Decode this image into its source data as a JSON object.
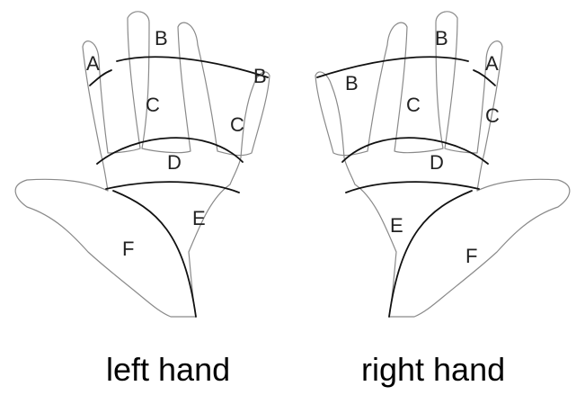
{
  "left_hand": {
    "caption": "left hand",
    "zones": {
      "a": "A",
      "b_middle": "B",
      "b_ring": "B",
      "c_middle": "C",
      "c_ring": "C",
      "d": "D",
      "e": "E",
      "f": "F"
    }
  },
  "right_hand": {
    "caption": "right hand",
    "zones": {
      "a": "A",
      "b_middle": "B",
      "b_ring": "B",
      "c_middle": "C",
      "c_ring": "C",
      "d": "D",
      "e": "E",
      "f": "F"
    }
  }
}
